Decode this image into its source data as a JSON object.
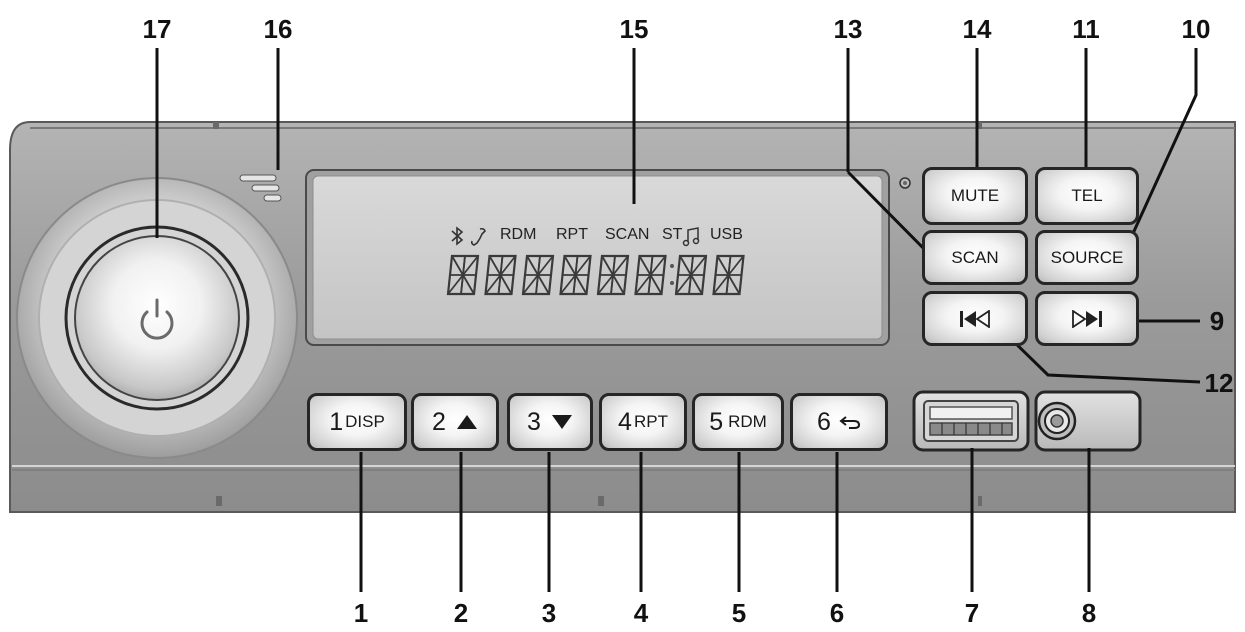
{
  "callouts": {
    "c1": "1",
    "c2": "2",
    "c3": "3",
    "c4": "4",
    "c5": "5",
    "c6": "6",
    "c7": "7",
    "c8": "8",
    "c9": "9",
    "c10": "10",
    "c11": "11",
    "c12": "12",
    "c13": "13",
    "c14": "14",
    "c15": "15",
    "c16": "16",
    "c17": "17"
  },
  "display": {
    "indicators": {
      "rdm": "RDM",
      "rpt": "RPT",
      "scan": "SCAN",
      "st": "ST",
      "usb": "USB"
    },
    "segment_digits": 8,
    "bluetooth_icon": "bluetooth-icon",
    "phone_icon": "phone-icon",
    "music_icon": "music-note-icon"
  },
  "buttons": {
    "mute": "MUTE",
    "tel": "TEL",
    "scan": "SCAN",
    "source": "SOURCE",
    "prev_icon": "skip-back-icon",
    "next_icon": "skip-forward-icon",
    "presets": [
      {
        "num": "1",
        "label": "DISP"
      },
      {
        "num": "2",
        "icon": "triangle-up-icon"
      },
      {
        "num": "3",
        "icon": "triangle-down-icon"
      },
      {
        "num": "4",
        "label": "RPT"
      },
      {
        "num": "5",
        "label": "RDM"
      },
      {
        "num": "6",
        "icon": "return-arrow-icon"
      }
    ]
  },
  "knob": {
    "icon": "power-icon"
  },
  "ports": {
    "usb_icon": "usb-port-icon",
    "aux_icon": "aux-jack-icon"
  },
  "colors": {
    "panel": "#9a9a9a",
    "panel_edge": "#5a5a5a",
    "lcd": "#cfcfcf",
    "button_face": "#f4f4f4",
    "outline": "#262626"
  }
}
